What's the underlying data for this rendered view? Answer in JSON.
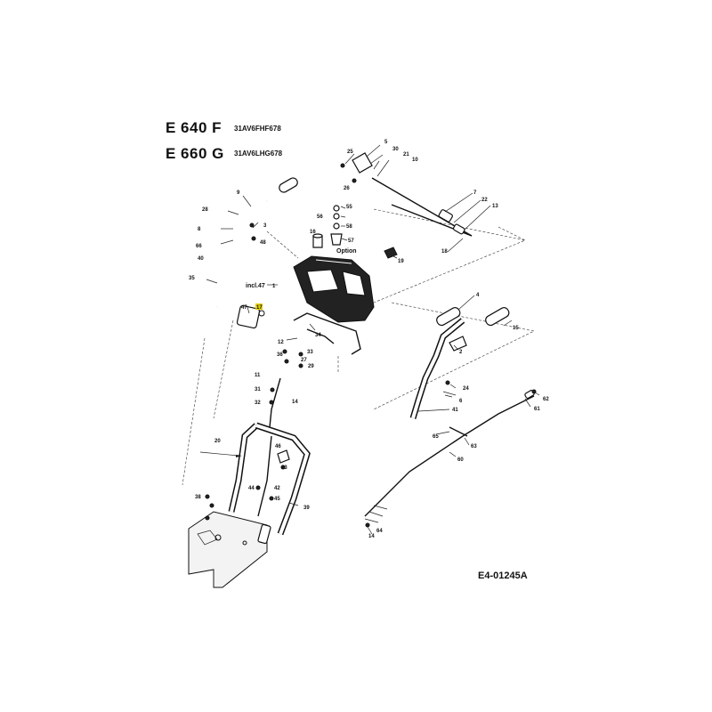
{
  "models": [
    {
      "name": "E 640 F",
      "code": "31AV6FHF678"
    },
    {
      "name": "E 660 G",
      "code": "31AV6LHG678"
    }
  ],
  "reference": "E4-01245A",
  "captions": {
    "incl": "incl.47",
    "option": "Option"
  },
  "callouts": {
    "n5": "5",
    "n30": "30",
    "n21": "21",
    "n10": "10",
    "n25": "25",
    "n26": "26",
    "n9": "9",
    "n28": "28",
    "n3": "3",
    "n8": "8",
    "n66": "66",
    "n48": "48",
    "n40": "40",
    "n55": "55",
    "n56": "56",
    "n58": "58",
    "n57": "57",
    "n16": "16",
    "n19": "19",
    "n7": "7",
    "n22": "22",
    "n13": "13",
    "n18": "18",
    "n35": "35",
    "n1": "1",
    "n47": "47",
    "n17": "17",
    "n4": "4",
    "n15": "15",
    "n2": "2",
    "n34": "34",
    "n12": "12",
    "n36": "36",
    "n33": "33",
    "n27": "27",
    "n29": "29",
    "n11": "11",
    "n31": "31",
    "n32": "32",
    "n14a": "14",
    "n24": "24",
    "n6": "6",
    "n41": "41",
    "n62": "62",
    "n61": "61",
    "n65": "65",
    "n63": "63",
    "n60": "60",
    "n20": "20",
    "n46": "46",
    "n23": "23",
    "n44": "44",
    "n42": "42",
    "n45": "45",
    "n38": "38",
    "n39": "39",
    "n64": "64",
    "n14b": "14"
  },
  "highlight_color": "#e6d200"
}
